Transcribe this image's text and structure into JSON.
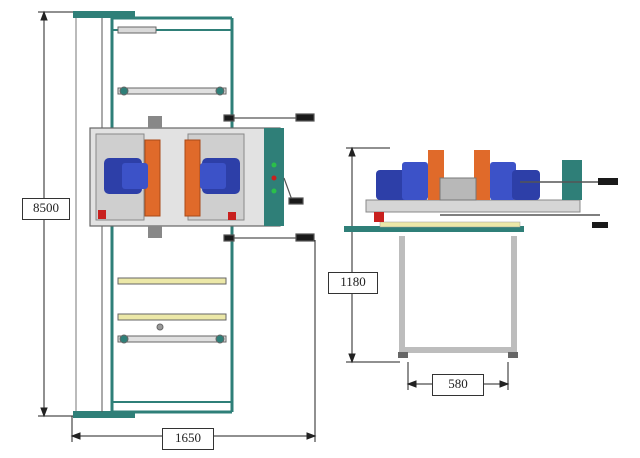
{
  "dimensions": {
    "height_total": "8500",
    "width_total": "1650",
    "side_height": "1180",
    "side_leg_spacing": "580"
  },
  "colors": {
    "frame_teal": "#2f7f78",
    "motor_blue": "#2d3fa8",
    "belt_orange": "#e06a2a",
    "rail_yellow": "#ece8a8",
    "steel_gray": "#c9c9c9",
    "handle_black": "#1a1a1a",
    "stop_red": "#c8201e",
    "indicator_green": "#2bbf4a"
  }
}
